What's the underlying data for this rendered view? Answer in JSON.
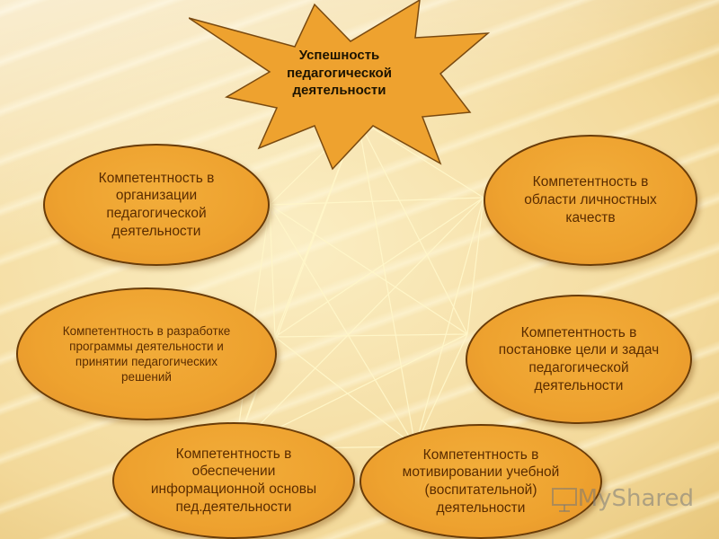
{
  "center": {
    "title": "Успешность педагогической деятельности"
  },
  "nodes": [
    {
      "id": "org",
      "label": "Компетентность в организации педагогической деятельности"
    },
    {
      "id": "personal",
      "label": "Компетентность в области личностных качеств"
    },
    {
      "id": "program",
      "label": "Компетентность в разработке программы деятельности и принятии педагогических решений"
    },
    {
      "id": "goals",
      "label": "Компетентность в постановке цели и задач педагогической деятельности"
    },
    {
      "id": "info",
      "label": "Компетентность в обеспечении информационной основы пед.деятельности"
    },
    {
      "id": "motivation",
      "label": "Компетентность в мотивировании учебной (воспитательной) деятельности"
    }
  ],
  "watermark": {
    "text": "MyShared"
  },
  "colors": {
    "node_fill": "#eea22f",
    "node_border": "#6a3c08",
    "node_text": "#5a2c00",
    "lines": "#fff6c8"
  }
}
